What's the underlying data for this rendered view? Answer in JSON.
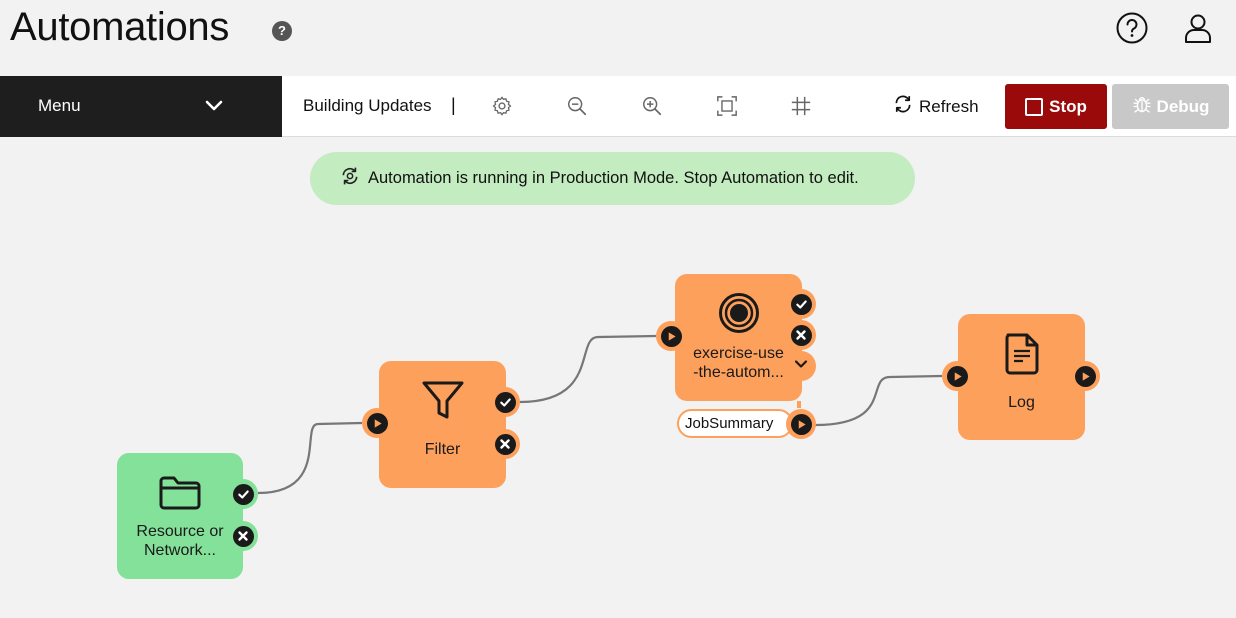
{
  "header": {
    "title": "Automations",
    "help_glyph": "?"
  },
  "toolbar": {
    "menu_label": "Menu",
    "workflow_name": "Building Updates",
    "separator": "|",
    "refresh_label": "Refresh",
    "stop_label": "Stop",
    "debug_label": "Debug"
  },
  "banner": {
    "message": "Automation is running in Production Mode. Stop Automation to edit."
  },
  "nodes": {
    "resource": {
      "label_line1": "Resource or",
      "label_line2": "Network...",
      "icon": "folder-icon"
    },
    "filter": {
      "label": "Filter",
      "icon": "filter-funnel-icon"
    },
    "exercise": {
      "label_line1": "exercise-use",
      "label_line2": "-the-autom...",
      "icon": "target-icon"
    },
    "log": {
      "label": "Log",
      "icon": "document-icon"
    }
  },
  "variable": {
    "name": "JobSummary"
  },
  "colors": {
    "node_orange": "#fda05c",
    "node_green": "#84e19a",
    "stop_red": "#9b0a0a",
    "banner_green": "#c3ecc0",
    "debug_disabled": "#c8c8c8",
    "menu_dark": "#1e1e1e"
  }
}
